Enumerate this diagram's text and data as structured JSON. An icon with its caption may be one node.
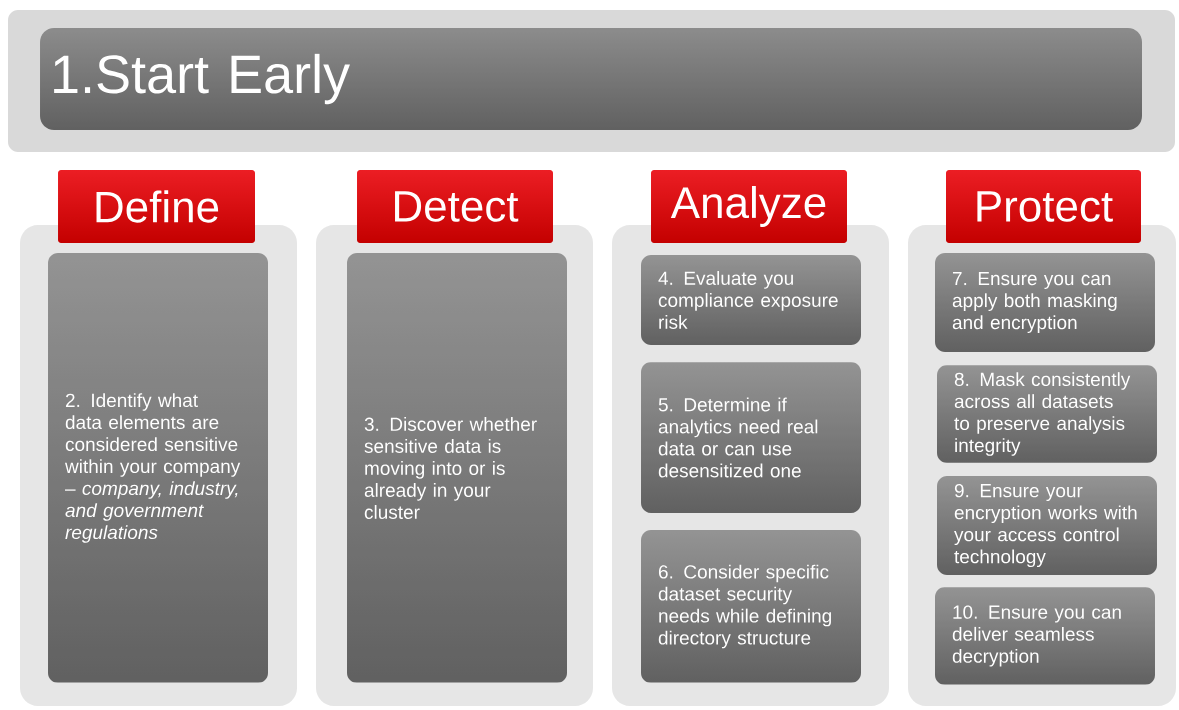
{
  "diagram": {
    "nodes": [
      {
        "text": [
          "1.Start Early"
        ]
      },
      {
        "text": [
          "Define"
        ]
      },
      {
        "text": [],
        "shape": "box"
      },
      {
        "text": [
          "2. Identify what data elements are considered sensitive within your company – *company, industry, and government regulations*"
        ],
        "in": 2
      },
      {
        "text": [
          "Detect"
        ]
      },
      {
        "text": [],
        "shape": "box"
      },
      {
        "text": [
          "3. Discover whether sensitive data is moving into or is already in your cluster"
        ],
        "in": 5
      },
      {
        "text": [
          "Analyze"
        ]
      },
      {
        "text": [],
        "shape": "box"
      },
      {
        "text": [
          "4. Evaluate you compliance exposure risk"
        ],
        "in": 8
      },
      {
        "text": [
          "5. Determine if analytics need real data or can use desensitized one"
        ],
        "in": 8
      },
      {
        "text": [
          "6. Consider specific dataset security needs while defining directory structure"
        ],
        "in": 8
      },
      {
        "text": [
          "Protect"
        ]
      },
      {
        "text": [],
        "shape": "box"
      },
      {
        "text": [
          "7. Ensure you can apply both masking and encryption"
        ],
        "in": 13
      },
      {
        "text": [
          "8. Mask consistently across all datasets to preserve analysis integrity"
        ],
        "in": 13
      },
      {
        "text": [
          "9. Ensure your encryption works with your access control technology"
        ],
        "in": 13
      },
      {
        "text": [
          "10. Ensure you can deliver seamless decryption"
        ],
        "in": 13
      }
    ]
  }
}
